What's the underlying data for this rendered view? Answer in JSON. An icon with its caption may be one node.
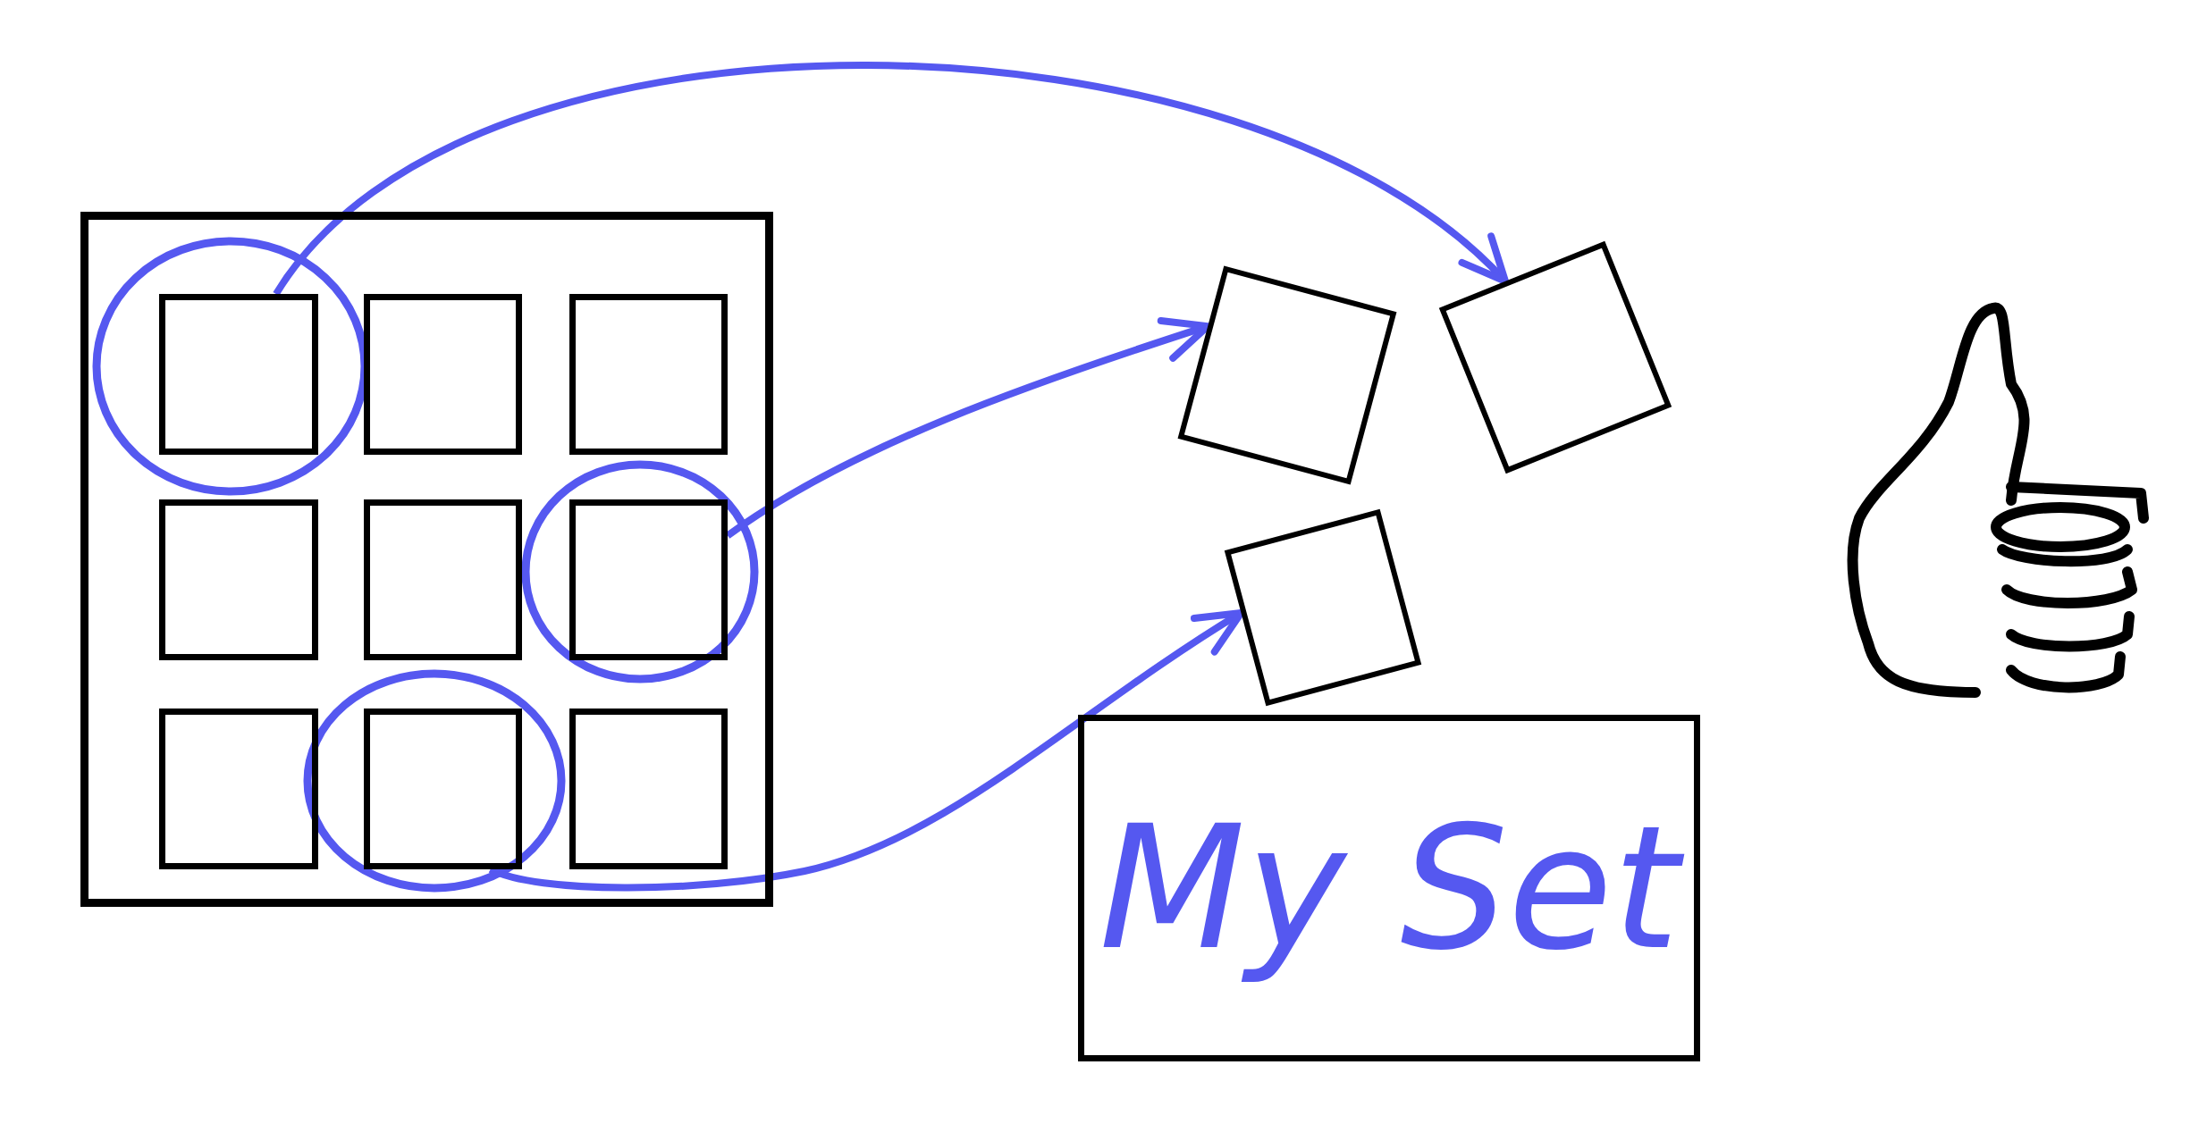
{
  "diagram": {
    "nodes": [
      {
        "text": [],
        "shape": "box"
      },
      {
        "text": [],
        "shape": "box",
        "in": 0
      },
      {
        "text": [],
        "shape": "box",
        "in": 0
      },
      {
        "text": [],
        "shape": "box",
        "in": 0
      },
      {
        "text": [],
        "shape": "box",
        "in": 0
      },
      {
        "text": [],
        "shape": "box",
        "in": 0
      },
      {
        "text": [],
        "shape": "box",
        "in": 0
      },
      {
        "text": [],
        "shape": "box",
        "in": 0
      },
      {
        "text": [],
        "shape": "box",
        "in": 0
      },
      {
        "text": [],
        "shape": "box",
        "in": 0
      },
      {
        "text": [],
        "shape": "box"
      },
      {
        "text": [],
        "shape": "box"
      },
      {
        "text": [],
        "shape": "box"
      },
      {
        "text": [
          "My Set"
        ]
      }
    ],
    "edges": [
      {
        "from": 1,
        "to": 11,
        "arrow": "to"
      },
      {
        "from": 6,
        "to": 10,
        "arrow": "to"
      },
      {
        "from": 8,
        "to": 12,
        "arrow": "to"
      }
    ]
  }
}
